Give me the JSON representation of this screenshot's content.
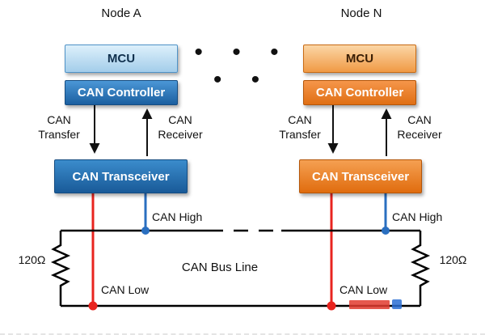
{
  "nodes": [
    {
      "title": "Node A",
      "mcu": "MCU",
      "controller": "CAN Controller",
      "transceiver": "CAN Transceiver",
      "transfer_label": "CAN Transfer",
      "receiver_label": "CAN Receiver",
      "can_high": "CAN High",
      "can_low": "CAN Low"
    },
    {
      "title": "Node N",
      "mcu": "MCU",
      "controller": "CAN Controller",
      "transceiver": "CAN Transceiver",
      "transfer_label": "CAN Transfer",
      "receiver_label": "CAN Receiver",
      "can_high": "CAN High",
      "can_low": "CAN Low"
    }
  ],
  "ellipsis": "• • • • •",
  "bus": {
    "label": "CAN Bus Line",
    "left_resistor": "120Ω",
    "right_resistor": "120Ω"
  },
  "colors": {
    "node_a_accent": "#1f6fb5",
    "node_n_accent": "#e8751a",
    "can_low_wire": "#e8241f",
    "can_high_wire": "#2a6fc0",
    "bus_wire": "#000000"
  }
}
